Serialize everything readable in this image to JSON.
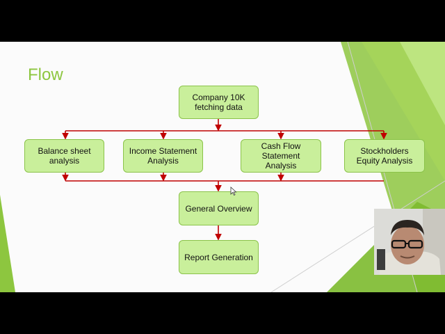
{
  "slide": {
    "title": "Flow",
    "colors": {
      "title": "#8dc63f",
      "node_fill": "#c9ef9b",
      "node_border": "#8bc34a",
      "connector": "#c00000",
      "accent_green": "#8dc63f"
    }
  },
  "diagram": {
    "nodes": {
      "company": "Company 10K\nfetching data",
      "balance": "Balance sheet\nanalysis",
      "income": "Income Statement\nAnalysis",
      "cashflow": "Cash Flow\nStatement\nAnalysis",
      "stockholders": "Stockholders\nEquity Analysis",
      "overview": "General Overview",
      "report": "Report Generation"
    }
  },
  "icons": {
    "app": "lightning-bolt-icon",
    "cursor": "mouse-pointer-icon"
  }
}
